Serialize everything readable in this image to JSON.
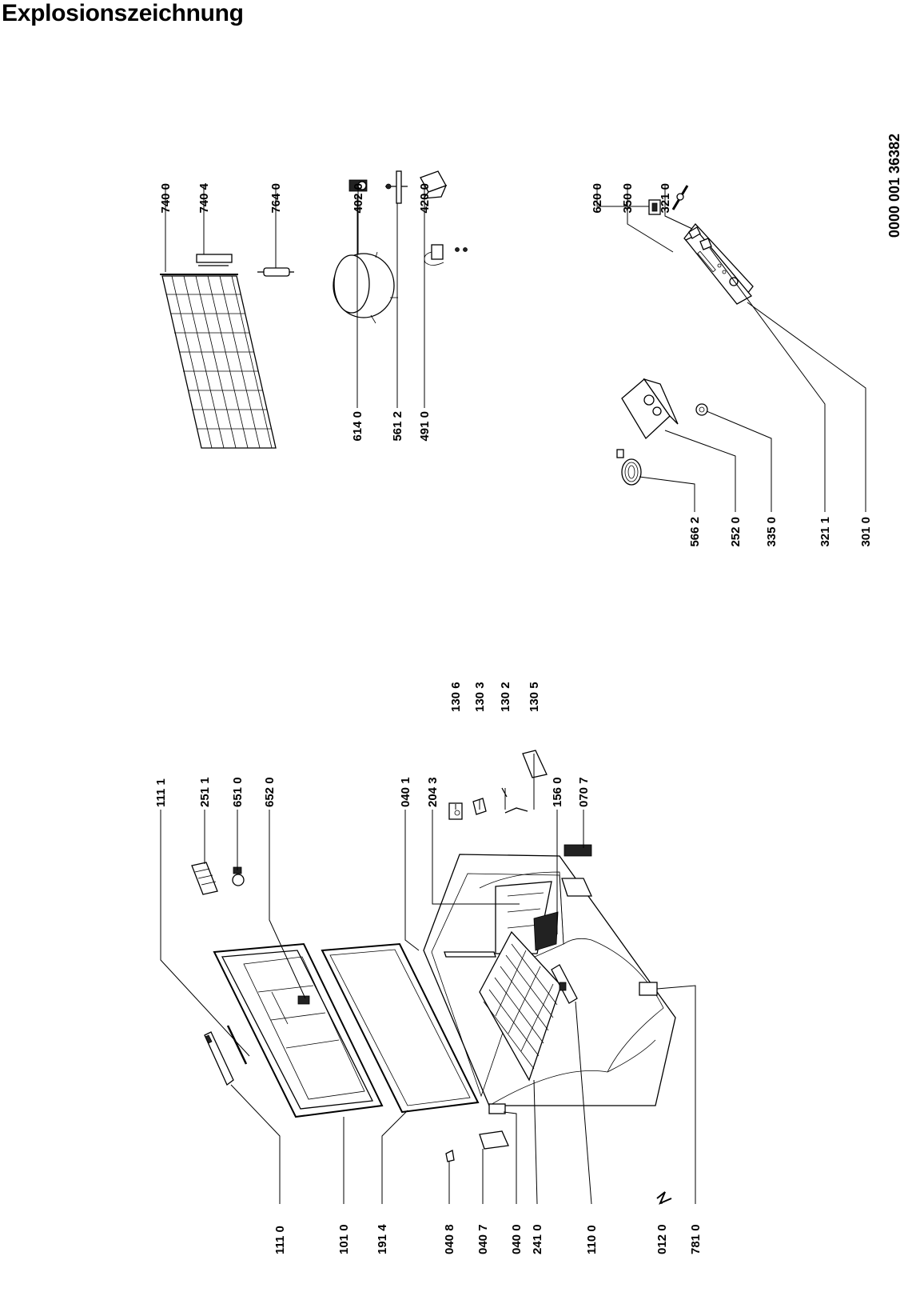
{
  "title": "Explosionszeichnung",
  "document_number": "0000 001 36382",
  "labels": {
    "p7400": "740 0",
    "p7404": "740 4",
    "p7640": "764 0",
    "p4020": "402 0",
    "p4200": "420 0",
    "p6140": "614 0",
    "p5612": "561 2",
    "p4910": "491 0",
    "p6200": "620 0",
    "p3500": "350 0",
    "p3210": "321 0",
    "p5662": "566 2",
    "p2520": "252 0",
    "p3350": "335 0",
    "p3211": "321 1",
    "p3010": "301 0",
    "p1111": "111 1",
    "p2511": "251 1",
    "p6510": "651 0",
    "p6520": "652 0",
    "p0401": "040 1",
    "p2043": "204 3",
    "p1306": "130 6",
    "p1303": "130 3",
    "p1302": "130 2",
    "p1305": "130 5",
    "p1560": "156 0",
    "p0707": "070 7",
    "p1110": "111 0",
    "p1010": "101 0",
    "p1914": "191 4",
    "p0408": "040 8",
    "p0407": "040 7",
    "p0400": "040 0",
    "p2410": "241 0",
    "p1100": "110 0",
    "p0120": "012 0",
    "p7810": "781 0"
  }
}
